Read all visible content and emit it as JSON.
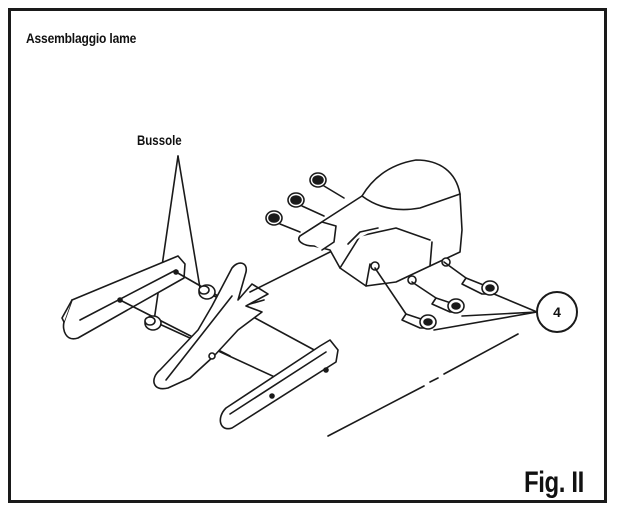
{
  "title": "Assemblaggio lame",
  "figure_label": "Fig. II",
  "labels": {
    "bussole": "Bussole",
    "callout": "4"
  }
}
